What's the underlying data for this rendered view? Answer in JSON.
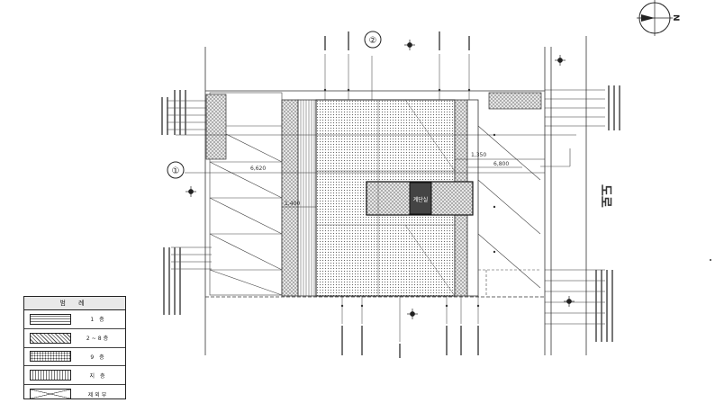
{
  "plan": {
    "road_label": "도로",
    "core_label": "계단실",
    "dimensions": {
      "d1": "6,620",
      "d2": "1,400",
      "d3": "6,800",
      "d4": "1,350"
    },
    "north_marker": "N",
    "section_markers": [
      "②",
      "①"
    ]
  },
  "legend": {
    "title": "범 례",
    "items": [
      {
        "label": "1 층"
      },
      {
        "label": "2~8층"
      },
      {
        "label": "9 층"
      },
      {
        "label": "지 층"
      },
      {
        "label": "제외부"
      }
    ]
  }
}
